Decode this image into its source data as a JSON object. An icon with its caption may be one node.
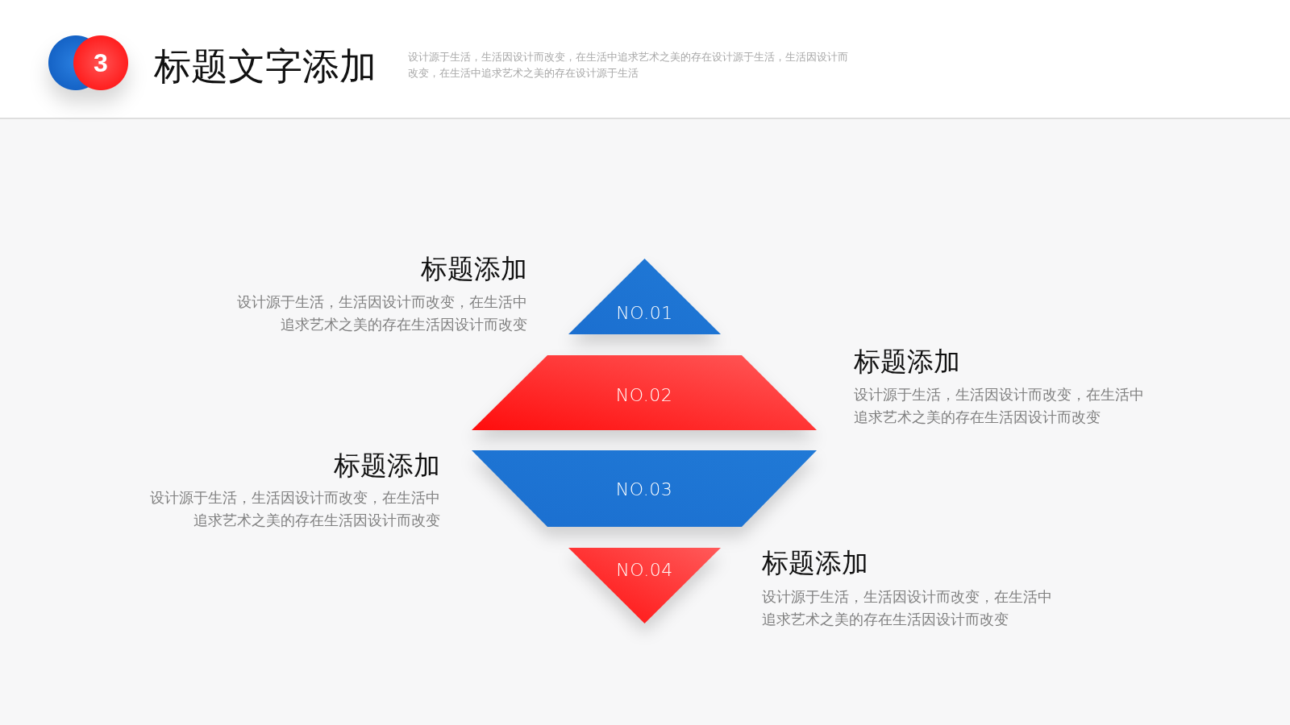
{
  "diagram": {
    "title": "标题文字添加",
    "nodes": [
      {
        "text": [
          "3"
        ]
      },
      {
        "text": [
          "NO.01"
        ],
        "beside": [
          "标题添加",
          "设计源于生活，生活因设计而改变，在生活中追求艺术之美的存在生活因设计而改变"
        ]
      },
      {
        "text": [
          "NO.02"
        ],
        "beside": [
          "标题添加",
          "设计源于生活，生活因设计而改变，在生活中追求艺术之美的存在生活因设计而改变"
        ]
      },
      {
        "text": [
          "NO.03"
        ],
        "beside": [
          "标题添加",
          "设计源于生活，生活因设计而改变，在生活中追求艺术之美的存在生活因设计而改变"
        ]
      },
      {
        "text": [
          "NO.04"
        ],
        "beside": [
          "标题添加",
          "设计源于生活，生活因设计而改变，在生活中追求艺术之美的存在生活因设计而改变"
        ]
      }
    ],
    "labels": [
      "设计源于生活，生活因设计而改变，在生活中追求艺术之美的存在设计源于生活，生活因设计而改变，在生活中追求艺术之美的存在设计源于生活"
    ]
  }
}
